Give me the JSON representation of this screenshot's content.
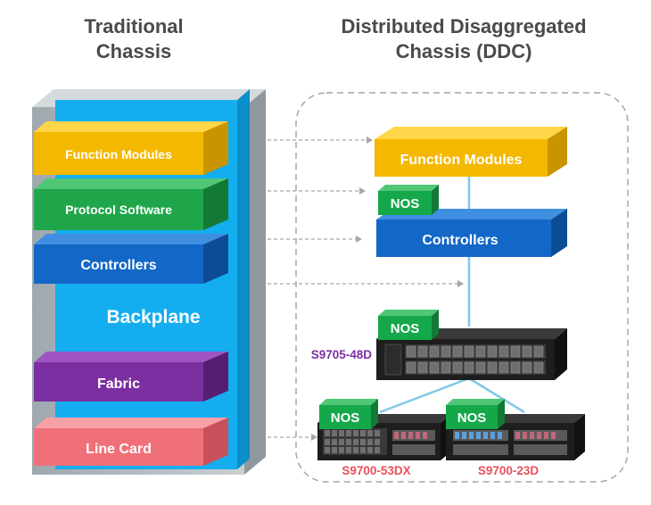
{
  "titles": {
    "traditional": [
      "Traditional",
      "Chassis"
    ],
    "ddc": [
      "Distributed Disaggregated",
      "Chassis (DDC)"
    ]
  },
  "traditional": {
    "function_modules": "Function Modules",
    "protocol_software": "Protocol Software",
    "controllers": "Controllers",
    "backplane": "Backplane",
    "fabric": "Fabric",
    "line_card": "Line Card"
  },
  "ddc": {
    "function_modules": "Function Modules",
    "controllers": "Controllers",
    "nos": "NOS",
    "fabric_switch_model": "S9705-48D",
    "line_card_left_model": "S9700-53DX",
    "line_card_right_model": "S9700-23D"
  },
  "colors": {
    "function_modules": "#f5b800",
    "protocol_software": "#1fa64a",
    "controllers": "#1367c7",
    "fabric": "#7b2fa0",
    "line_card": "#f0707a",
    "backplane": "#14aef0",
    "nos": "#14a84a",
    "model_purple": "#7b2fa0",
    "model_red": "#e8505b",
    "connector": "#7fc8e8",
    "dashed": "#a6a6a6"
  }
}
